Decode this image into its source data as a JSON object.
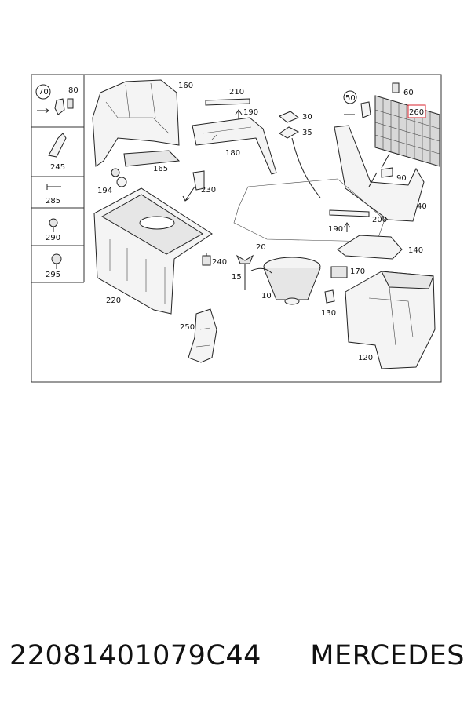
{
  "diagram": {
    "side_labels": [
      "70",
      "80",
      "245",
      "285",
      "290",
      "295"
    ],
    "labels": {
      "p160": "160",
      "p210": "210",
      "p190a": "190",
      "p30": "30",
      "p35": "35",
      "p50": "50",
      "p60": "60",
      "p260": "260",
      "p165": "165",
      "p180": "180",
      "p90": "90",
      "p194": "194",
      "p230": "230",
      "p20": "20",
      "p40": "40",
      "p200": "200",
      "p190b": "190",
      "p220": "220",
      "p240": "240",
      "p15": "15",
      "p10": "10",
      "p170": "170",
      "p140": "140",
      "p130": "130",
      "p250": "250",
      "p120": "120"
    },
    "highlight_color": "#d9232e"
  },
  "caption": {
    "part_number": "22081401079C44",
    "brand": "MERCEDES"
  }
}
